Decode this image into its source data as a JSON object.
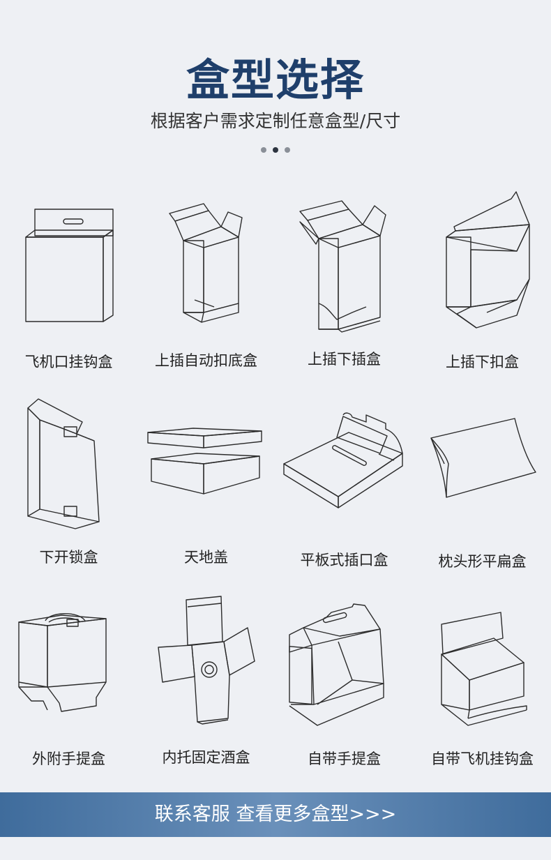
{
  "header": {
    "title": "盒型选择",
    "subtitle": "根据客户需求定制任意盒型/尺寸"
  },
  "boxes": [
    {
      "label": "飞机口挂钩盒",
      "icon": "airplane-hook-box-icon"
    },
    {
      "label": "上插自动扣底盒",
      "icon": "auto-lock-bottom-box-icon"
    },
    {
      "label": "上插下插盒",
      "icon": "tuck-top-tuck-bottom-box-icon"
    },
    {
      "label": "上插下扣盒",
      "icon": "tuck-top-snap-bottom-box-icon"
    },
    {
      "label": "下开锁盒",
      "icon": "bottom-lock-box-icon"
    },
    {
      "label": "天地盖",
      "icon": "lid-and-base-box-icon"
    },
    {
      "label": "平板式插口盒",
      "icon": "flat-tuck-box-icon"
    },
    {
      "label": "枕头形平扁盒",
      "icon": "pillow-box-icon"
    },
    {
      "label": "外附手提盒",
      "icon": "external-handle-box-icon"
    },
    {
      "label": "内托固定酒盒",
      "icon": "wine-box-with-insert-icon"
    },
    {
      "label": "自带手提盒",
      "icon": "built-in-handle-box-icon"
    },
    {
      "label": "自带飞机挂钩盒",
      "icon": "built-in-airplane-hook-box-icon"
    }
  ],
  "footer": {
    "cta_label": "联系客服 查看更多盒型>>>"
  },
  "colors": {
    "title": "#1f3f6b",
    "background": "#eef0f4",
    "footer_bar": "#5a82ad"
  }
}
